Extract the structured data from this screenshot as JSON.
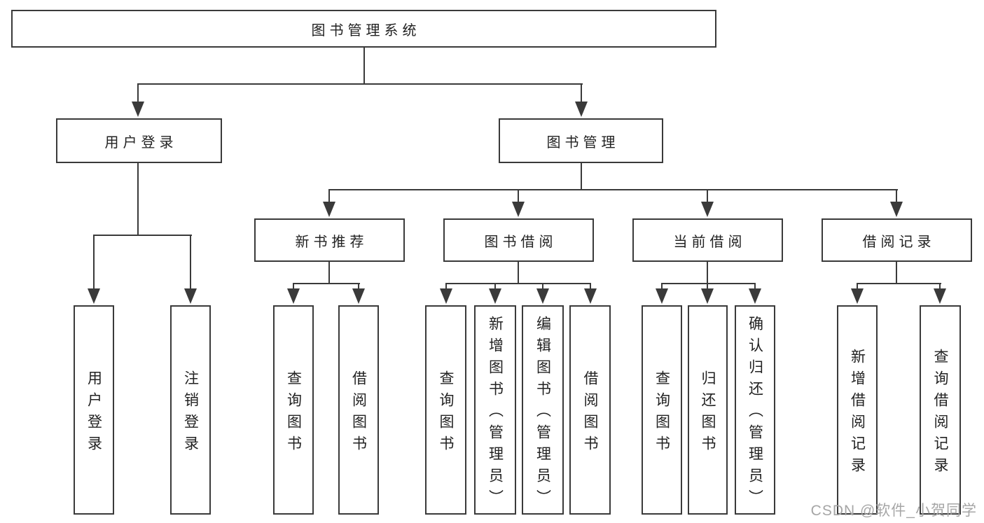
{
  "colors": {
    "line": "#3a3a3a",
    "text": "#222222",
    "background": "#ffffff",
    "watermark": "#a6a6a6"
  },
  "nodes": {
    "root": "图书管理系统",
    "user_login": "用户登录",
    "book_mgmt": "图书管理",
    "new_book_rec": "新书推荐",
    "book_borrow": "图书借阅",
    "current_borrow": "当前借阅",
    "borrow_records": "借阅记录",
    "leaf_user_login": "用户登录",
    "leaf_logout": "注销登录",
    "leaf_query_book_rec": "查询图书",
    "leaf_borrow_book_rec": "借阅图书",
    "leaf_query_book_borrow": "查询图书",
    "leaf_add_book_admin": "新增图书（管理员）",
    "leaf_edit_book_admin": "编辑图书（管理员）",
    "leaf_borrow_book_borrow": "借阅图书",
    "leaf_query_book_current": "查询图书",
    "leaf_return_book": "归还图书",
    "leaf_confirm_return_admin": "确认归还（管理员）",
    "leaf_add_borrow_record": "新增借阅记录",
    "leaf_query_borrow_record": "查询借阅记录"
  },
  "watermark": "CSDN @软件_小贺同学"
}
